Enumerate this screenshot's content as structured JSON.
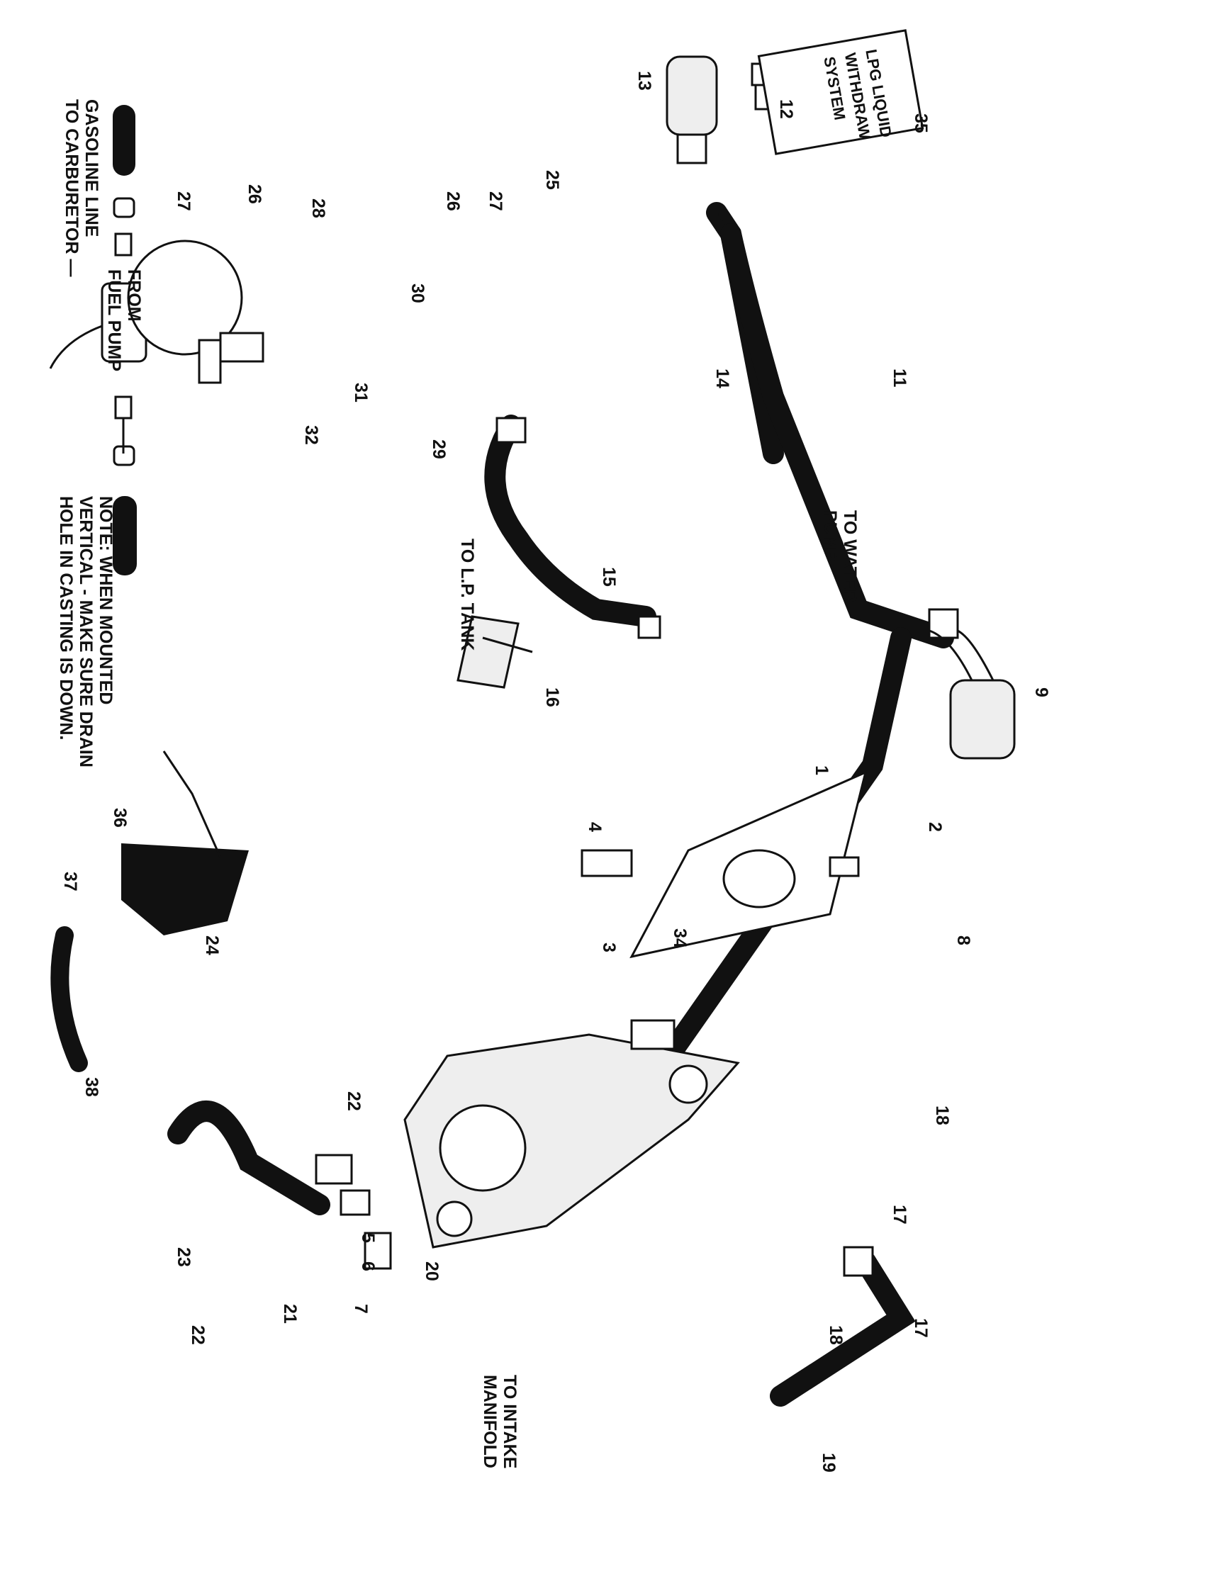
{
  "notes": {
    "mount_note": [
      "NOTE: WHEN MOUNTED",
      "VERTICAL - MAKE SURE DRAIN",
      "HOLE IN CASTING IS DOWN."
    ],
    "gasoline_line": [
      "GASOLINE LINE",
      "TO CARBURETOR —"
    ],
    "fuel_pump": [
      "FROM",
      "FUEL PUMP"
    ],
    "lp_tank": "TO L.P. TANK",
    "water_pump": [
      "TO WATER",
      "PUMP"
    ],
    "intake_manifold": [
      "TO INTAKE",
      "MANIFOLD"
    ],
    "decal": [
      "LPG LIQUID",
      "WITHDRAW",
      "SYSTEM"
    ]
  },
  "callouts": [
    "1",
    "2",
    "3",
    "4",
    "5",
    "6",
    "7",
    "8",
    "9",
    "11",
    "12",
    "13",
    "14",
    "15",
    "16",
    "17",
    "17",
    "18",
    "18",
    "19",
    "20",
    "21",
    "22",
    "22",
    "23",
    "24",
    "25",
    "26",
    "26",
    "27",
    "27",
    "28",
    "29",
    "30",
    "31",
    "32",
    "34",
    "35",
    "36",
    "37",
    "38"
  ],
  "icons": [
    "vaporizer-regulator",
    "mounting-plate",
    "fuel-filter-lockoff",
    "solenoid-valve",
    "strainer",
    "gauge-cover",
    "hose"
  ]
}
